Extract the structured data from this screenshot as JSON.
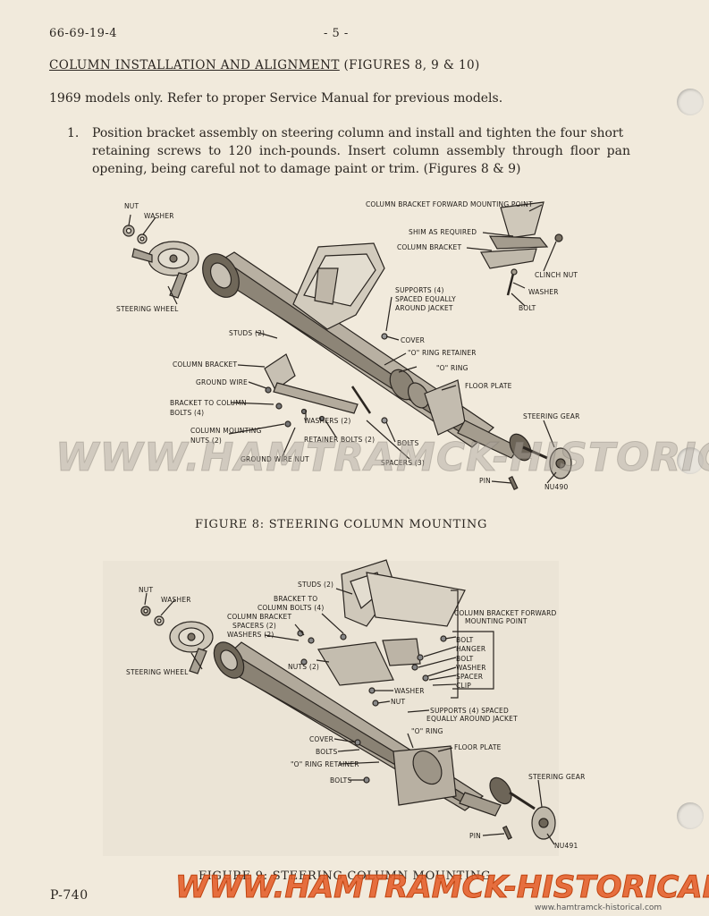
{
  "header": {
    "doc_number": "66-69-19-4",
    "page_number": "- 5 -"
  },
  "section": {
    "title": "COLUMN INSTALLATION AND ALIGNMENT",
    "figure_ref": "(FIGURES 8, 9 & 10)"
  },
  "intro": "1969 models only. Refer to proper Service Manual for previous models.",
  "step1": {
    "number": "1.",
    "line1": "Position bracket assembly on steering column and install and tighten the four short",
    "line2": "retaining screws to 120 inch-pounds. Insert column assembly through floor pan",
    "line3": "opening, being careful not to damage paint or trim. (Figures 8 & 9)"
  },
  "fig8": {
    "caption": "FIGURE 8:   STEERING COLUMN MOUNTING",
    "code": "NU490",
    "labels": {
      "nut": "NUT",
      "washer": "WASHER",
      "steering_wheel": "STEERING WHEEL",
      "fwd_point": "COLUMN BRACKET FORWARD MOUNTING POINT",
      "shim": "SHIM AS REQUIRED",
      "col_bracket_top": "COLUMN BRACKET",
      "clinch_nut": "CLINCH NUT",
      "washer_r": "WASHER",
      "bolt_r": "BOLT",
      "supports_1": "SUPPORTS (4)",
      "supports_2": "SPACED EQUALLY",
      "supports_3": "AROUND JACKET",
      "studs": "STUDS (2)",
      "cover": "COVER",
      "o_ret": "\"O\" RING RETAINER",
      "o_ring": "\"O\" RING",
      "floor_plate": "FLOOR PLATE",
      "col_bracket": "COLUMN BRACKET",
      "ground_wire": "GROUND WIRE",
      "btc_1": "BRACKET TO COLUMN",
      "btc_2": "BOLTS (4)",
      "cmn_1": "COLUMN MOUNTING",
      "cmn_2": "NUTS (2)",
      "washers2": "WASHERS (2)",
      "ret_bolts": "RETAINER BOLTS (2)",
      "bolts": "BOLTS",
      "steering_gear": "STEERING GEAR",
      "spacers3": "SPACERS (3)",
      "ground_wire_nut": "GROUND WIRE NUT",
      "pin": "PIN"
    }
  },
  "fig9": {
    "caption": "FIGURE 9:   STEERING COLUMN MOUNTING",
    "code": "NU491",
    "labels": {
      "nut": "NUT",
      "washer": "WASHER",
      "steering_wheel": "STEERING WHEEL",
      "studs": "STUDS (2)",
      "btc_1": "BRACKET TO",
      "btc_2": "COLUMN BOLTS (4)",
      "cbs_1": "COLUMN BRACKET",
      "cbs_2": "SPACERS (2)",
      "washers2": "WASHERS (2)",
      "nuts2": "NUTS (2)",
      "fwd_1": "COLUMN BRACKET FORWARD",
      "fwd_2": "MOUNTING POINT",
      "bolt": "BOLT",
      "hanger": "HANGER",
      "bolt2": "BOLT",
      "washer_b": "WASHER",
      "spacer": "SPACER",
      "clip": "CLIP",
      "washer_m": "WASHER",
      "nut_m": "NUT",
      "supports_1": "SUPPORTS (4) SPACED",
      "supports_2": "EQUALLY AROUND JACKET",
      "cover": "COVER",
      "o_ring": "\"O\"  RING",
      "floor_plate": "FLOOR PLATE",
      "bolts": "BOLTS",
      "o_ret": "\"O\" RING RETAINER",
      "bolts2": "BOLTS",
      "steering_gear": "STEERING GEAR",
      "pin": "PIN"
    }
  },
  "footer": {
    "page_code": "P-740"
  },
  "watermark": {
    "text_mid": "WWW.HAMTRAMCK-HISTORICAL.COM",
    "text_bottom": "WWW.HAMTRAMCK-HISTORICAL.COM",
    "corner": "www.hamtramck-historical.com"
  }
}
